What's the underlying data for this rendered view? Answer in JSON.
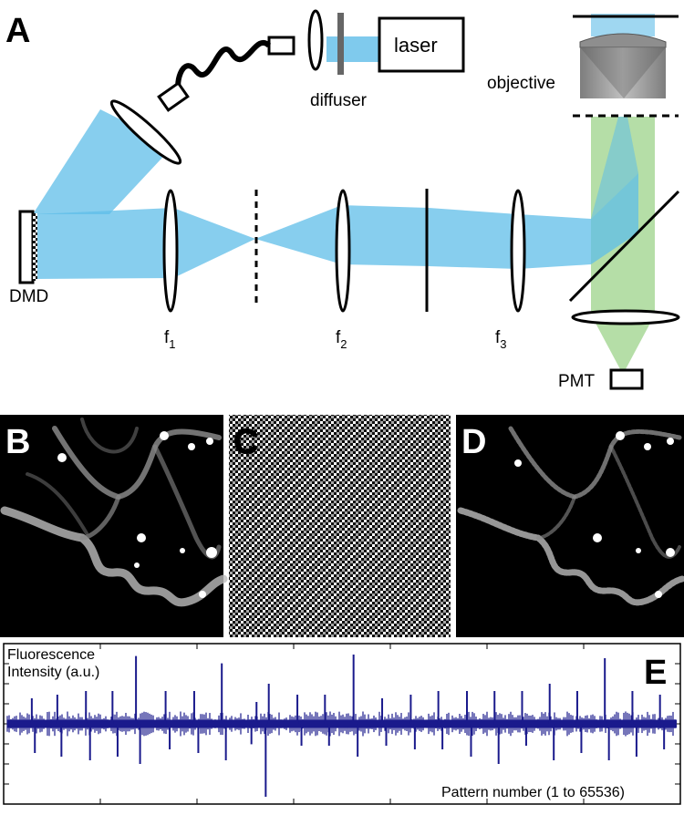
{
  "panels": {
    "A": {
      "label": "A",
      "components": {
        "laser": "laser",
        "diffuser": "diffuser",
        "objective": "objective",
        "dmd": "DMD",
        "pmt": "PMT",
        "lens1": {
          "base": "f",
          "sub": "1"
        },
        "lens2": {
          "base": "f",
          "sub": "2"
        },
        "lens3": {
          "base": "f",
          "sub": "3"
        }
      },
      "colors": {
        "excitation_beam": "#5fbde8",
        "emission_beam": "#a8d898"
      }
    },
    "B": {
      "label": "B"
    },
    "C": {
      "label": "C"
    },
    "D": {
      "label": "D"
    },
    "E": {
      "label": "E",
      "ylabel_line1": "Fluorescence",
      "ylabel_line2": "Intensity (a.u.)",
      "xlabel": "Pattern number (1 to 65536)",
      "trace_color": "#1a1a8c"
    }
  },
  "chart_data": {
    "type": "line",
    "title": "",
    "xlabel": "Pattern number (1 to 65536)",
    "ylabel": "Fluorescence Intensity (a.u.)",
    "xlim": [
      1,
      65536
    ],
    "ylim": [
      -1,
      1
    ],
    "baseline": 0,
    "spikes": [
      {
        "x": 2400,
        "y": 0.35
      },
      {
        "x": 2700,
        "y": -0.4
      },
      {
        "x": 4900,
        "y": 0.4
      },
      {
        "x": 5300,
        "y": -0.45
      },
      {
        "x": 7700,
        "y": 0.45
      },
      {
        "x": 8100,
        "y": -0.5
      },
      {
        "x": 10300,
        "y": 0.45
      },
      {
        "x": 10800,
        "y": -0.45
      },
      {
        "x": 12600,
        "y": 0.93
      },
      {
        "x": 13000,
        "y": -0.55
      },
      {
        "x": 15500,
        "y": 0.45
      },
      {
        "x": 15900,
        "y": -0.35
      },
      {
        "x": 18300,
        "y": 0.45
      },
      {
        "x": 18700,
        "y": -0.4
      },
      {
        "x": 21000,
        "y": 0.83
      },
      {
        "x": 21400,
        "y": -0.5
      },
      {
        "x": 23900,
        "y": -0.28
      },
      {
        "x": 24400,
        "y": 0.3
      },
      {
        "x": 25300,
        "y": -1.0
      },
      {
        "x": 25600,
        "y": 0.55
      },
      {
        "x": 28400,
        "y": 0.4
      },
      {
        "x": 28800,
        "y": -0.3
      },
      {
        "x": 31100,
        "y": 0.4
      },
      {
        "x": 31500,
        "y": -0.3
      },
      {
        "x": 33900,
        "y": 0.95
      },
      {
        "x": 34300,
        "y": -0.45
      },
      {
        "x": 36700,
        "y": 0.35
      },
      {
        "x": 37100,
        "y": -0.3
      },
      {
        "x": 39500,
        "y": 0.4
      },
      {
        "x": 39900,
        "y": -0.35
      },
      {
        "x": 42200,
        "y": 0.45
      },
      {
        "x": 42600,
        "y": -0.35
      },
      {
        "x": 45000,
        "y": 0.45
      },
      {
        "x": 45400,
        "y": -0.45
      },
      {
        "x": 47700,
        "y": 0.45
      },
      {
        "x": 48100,
        "y": -0.55
      },
      {
        "x": 50400,
        "y": 0.45
      },
      {
        "x": 50800,
        "y": -0.3
      },
      {
        "x": 53100,
        "y": 0.55
      },
      {
        "x": 53500,
        "y": -0.5
      },
      {
        "x": 55800,
        "y": 0.45
      },
      {
        "x": 56200,
        "y": -0.4
      },
      {
        "x": 58500,
        "y": 0.9
      },
      {
        "x": 58900,
        "y": -0.5
      },
      {
        "x": 61200,
        "y": 0.45
      },
      {
        "x": 61600,
        "y": -0.45
      },
      {
        "x": 63900,
        "y": 0.4
      },
      {
        "x": 64300,
        "y": -0.35
      }
    ]
  }
}
